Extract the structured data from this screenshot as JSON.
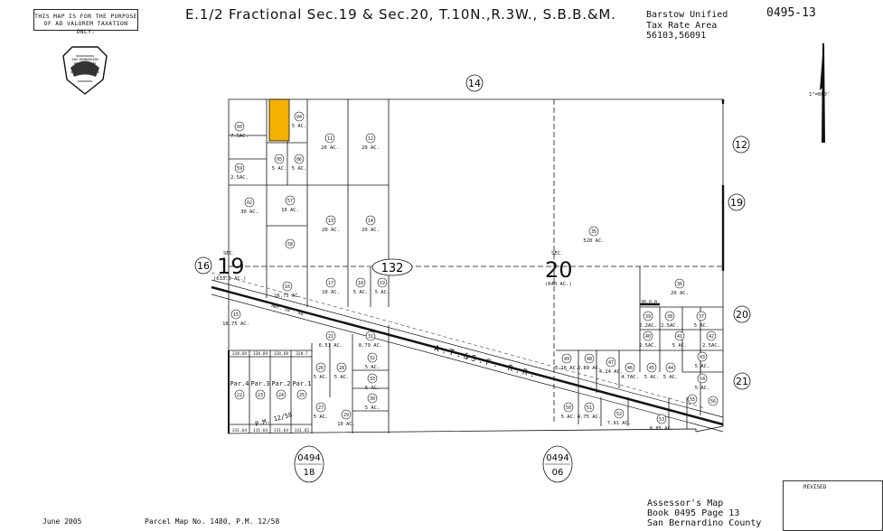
{
  "disclaimer": "THIS MAP IS FOR THE PURPOSE OF AD VALOREM TAXATION ONLY.",
  "title": "E.1/2 Fractional Sec.19 & Sec.20, T.10N.,R.3W., S.B.B.&M.",
  "tax_area": "Barstow Unified\nTax Rate Area\n56103,56091",
  "book_page": "0495-13",
  "scale": "1\"=800'",
  "revised_label": "REVISED",
  "assessor": "Assessor's Map\nBook 0495 Page 13\nSan Bernardino County",
  "date": "June 2005",
  "parcel_map": "Parcel Map No. 1480, P.M. 12/58",
  "seal_text": "SAN BERNARDINO",
  "highlight_color": "#f5b100",
  "sections": [
    {
      "label": "SEC.",
      "number": "19",
      "area": "(633.5 AC.)"
    },
    {
      "label": "SEC.",
      "number": "20",
      "area": "(640 AC.)"
    }
  ],
  "adjacent_pages": [
    {
      "page": "0494",
      "sub": "18"
    },
    {
      "page": "0494",
      "sub": "06"
    }
  ],
  "adjacent_circles": [
    "14",
    "12",
    "19",
    "16",
    "20",
    "21"
  ],
  "oval_label": "132",
  "parcels": [
    {
      "n": "60",
      "a": "7.5AC."
    },
    {
      "n": "59",
      "a": "2.5AC."
    },
    {
      "n": "04",
      "a": "5 AC."
    },
    {
      "n": "05",
      "a": "5 AC."
    },
    {
      "n": "06",
      "a": "5 AC."
    },
    {
      "n": "11",
      "a": "20 AC."
    },
    {
      "n": "12",
      "a": "20 AC."
    },
    {
      "n": "02",
      "a": "30 AC."
    },
    {
      "n": "57",
      "a": "10 AC."
    },
    {
      "n": "13",
      "a": "20 AC."
    },
    {
      "n": "14",
      "a": "20 AC."
    },
    {
      "n": "58",
      "a": ""
    },
    {
      "n": "35",
      "a": "520 AC."
    },
    {
      "n": "16",
      "a": "16.75 AC."
    },
    {
      "n": "17",
      "a": "10 AC."
    },
    {
      "n": "18",
      "a": "5 AC."
    },
    {
      "n": "19",
      "a": "5 AC."
    },
    {
      "n": "15",
      "a": "16.75 AC."
    },
    {
      "n": "36",
      "a": "20 AC."
    },
    {
      "n": "21",
      "a": "6.51 AC."
    },
    {
      "n": "31",
      "a": "8.79 AC."
    },
    {
      "n": "39",
      "a": "2.2AC."
    },
    {
      "n": "38",
      "a": "2.5AC."
    },
    {
      "n": "37",
      "a": "5 AC."
    },
    {
      "n": "40",
      "a": "2.5AC."
    },
    {
      "n": "41",
      "a": "5 AC."
    },
    {
      "n": "42",
      "a": "2.5AC."
    },
    {
      "n": "26",
      "a": "5 AC."
    },
    {
      "n": "28",
      "a": "5 AC."
    },
    {
      "n": "32",
      "a": "5 AC."
    },
    {
      "n": "33",
      "a": "5 AC."
    },
    {
      "n": "30",
      "a": "5 AC."
    },
    {
      "n": "27",
      "a": "5 AC."
    },
    {
      "n": "29",
      "a": "10 AC."
    },
    {
      "n": "49",
      "a": "3.16 AC."
    },
    {
      "n": "48",
      "a": "3.89 AC."
    },
    {
      "n": "47",
      "a": "4.24 AC."
    },
    {
      "n": "46",
      "a": "4.7AC."
    },
    {
      "n": "45",
      "a": "5 AC."
    },
    {
      "n": "44",
      "a": "5 AC."
    },
    {
      "n": "43",
      "a": "5 AC."
    },
    {
      "n": "54",
      "a": "5 AC."
    },
    {
      "n": "50",
      "a": "5 AC."
    },
    {
      "n": "51",
      "a": "4.75 AC."
    },
    {
      "n": "52",
      "a": "7.91 AC."
    },
    {
      "n": "53",
      "a": "8.85 AC."
    },
    {
      "n": "55",
      "a": ""
    },
    {
      "n": "56",
      "a": ""
    },
    {
      "n": "22",
      "a": ""
    },
    {
      "n": "23",
      "a": ""
    },
    {
      "n": "24",
      "a": ""
    },
    {
      "n": "25",
      "a": ""
    }
  ],
  "par_labels": [
    "Par.4",
    "Par.3",
    "Par.2",
    "Par.1"
  ],
  "pm_label": "P.M. 12/58",
  "railroad": "A.T.&S.F. R.R.",
  "highway": "HWY. 58 - 40'",
  "dims_top": [
    "328.69",
    "328.69",
    "328.69",
    "328.7"
  ],
  "dims_bottom": [
    "331.64",
    "331.64",
    "331.64",
    "331.65"
  ],
  "sub_label": "30.0.0"
}
